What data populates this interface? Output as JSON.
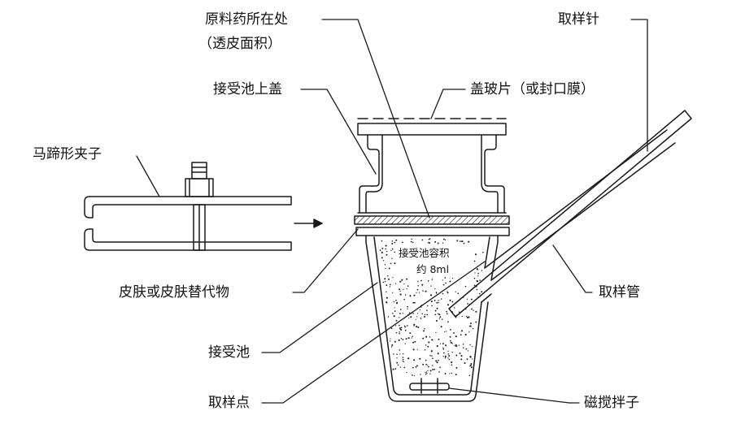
{
  "labels": {
    "raw_material": "原料药所在处",
    "permeation_area": "（透皮面积）",
    "sampling_needle": "取样针",
    "cell_top_cover": "接受池上盖",
    "cover_glass": "盖玻片（或封口膜）",
    "horseshoe_clamp": "马蹄形夹子",
    "skin": "皮肤或皮肤替代物",
    "receptor_volume": "接受池容积",
    "volume_value": "约 8ml",
    "sampling_tube": "取样管",
    "receptor_cell": "接受池",
    "sampling_point": "取样点",
    "stir_bar": "磁搅拌子"
  },
  "colors": {
    "line": "#1a1a1a",
    "background": "#ffffff"
  }
}
